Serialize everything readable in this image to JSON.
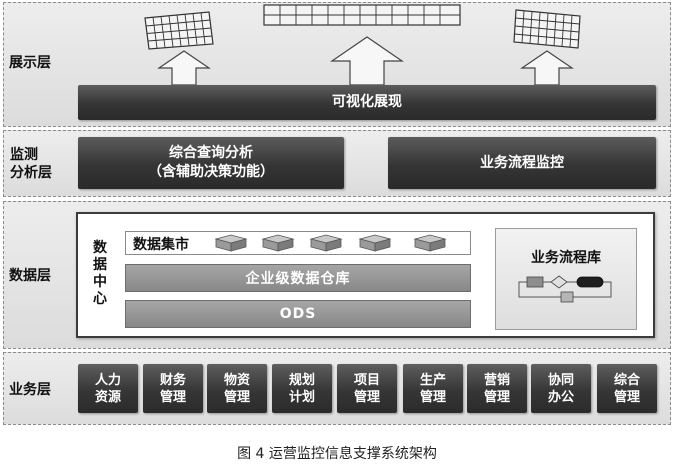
{
  "layers": {
    "display": "展示层",
    "monitor": "监测\n分析层",
    "data": "数据层",
    "business": "业务层"
  },
  "display": {
    "visualization_bar": "可视化展现"
  },
  "monitor": {
    "query_analysis": "综合查询分析\n（含辅助决策功能）",
    "process_monitor": "业务流程监控"
  },
  "data_center": {
    "label": "数\n据\n中\n心",
    "data_mart": "数据集市",
    "warehouse": "企业级数据仓库",
    "ods": "ODS",
    "process_library": "业务流程库"
  },
  "business_modules": [
    "人力\n资源",
    "财务\n管理",
    "物资\n管理",
    "规划\n计划",
    "项目\n管理",
    "生产\n管理",
    "营销\n管理",
    "协同\n办公",
    "综合\n管理"
  ],
  "caption": "图 4 运营监控信息支撑系统架构"
}
